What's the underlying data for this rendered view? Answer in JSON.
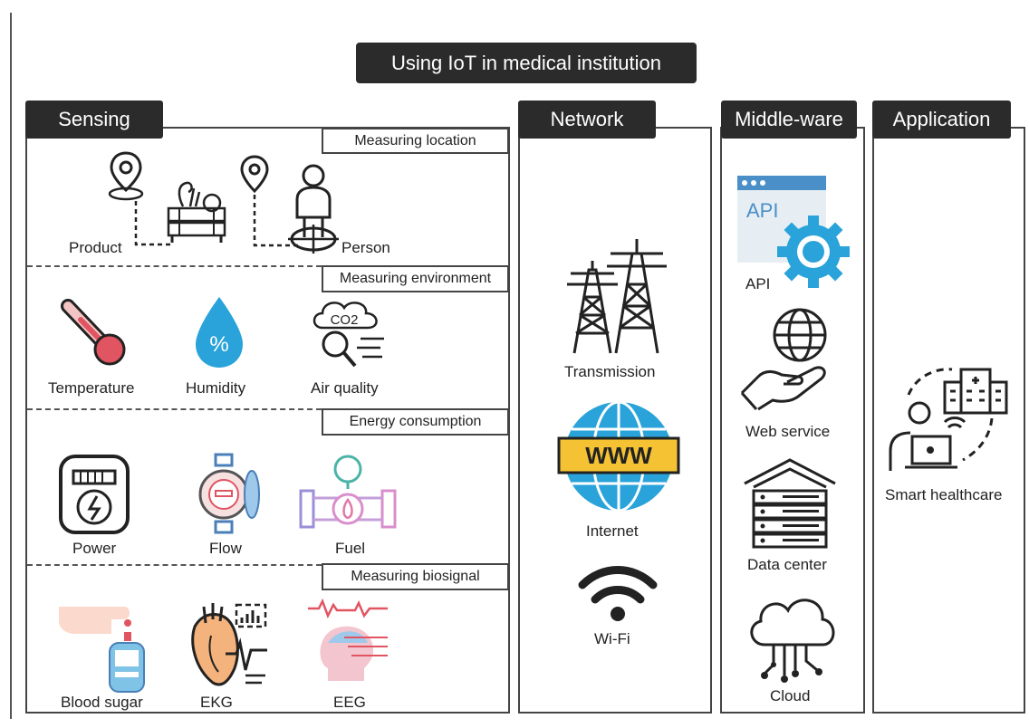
{
  "title": "Using IoT in medical institution",
  "columns": {
    "sensing": {
      "header": "Sensing",
      "sections": [
        {
          "label": "Measuring location",
          "items": [
            "Product",
            "Person"
          ]
        },
        {
          "label": "Measuring environment",
          "items": [
            "Temperature",
            "Humidity",
            "Air quality"
          ]
        },
        {
          "label": "Energy consumption",
          "items": [
            "Power",
            "Flow",
            "Fuel"
          ]
        },
        {
          "label": "Measuring biosignal",
          "items": [
            "Blood sugar",
            "EKG",
            "EEG"
          ]
        }
      ]
    },
    "network": {
      "header": "Network",
      "items": [
        "Transmission",
        "Internet",
        "Wi-Fi"
      ]
    },
    "middleware": {
      "header": "Middle-ware",
      "items": [
        "API",
        "Web service",
        "Data center",
        "Cloud"
      ]
    },
    "application": {
      "header": "Application",
      "items": [
        "Smart healthcare"
      ]
    }
  },
  "icon_text": {
    "co2": "CO2",
    "humidity": "%",
    "www": "WWW",
    "api": "API"
  },
  "colors": {
    "dark": "#2b2b2b",
    "accent_blue": "#29a3d9",
    "red": "#e05561",
    "yellow": "#f5c233"
  }
}
